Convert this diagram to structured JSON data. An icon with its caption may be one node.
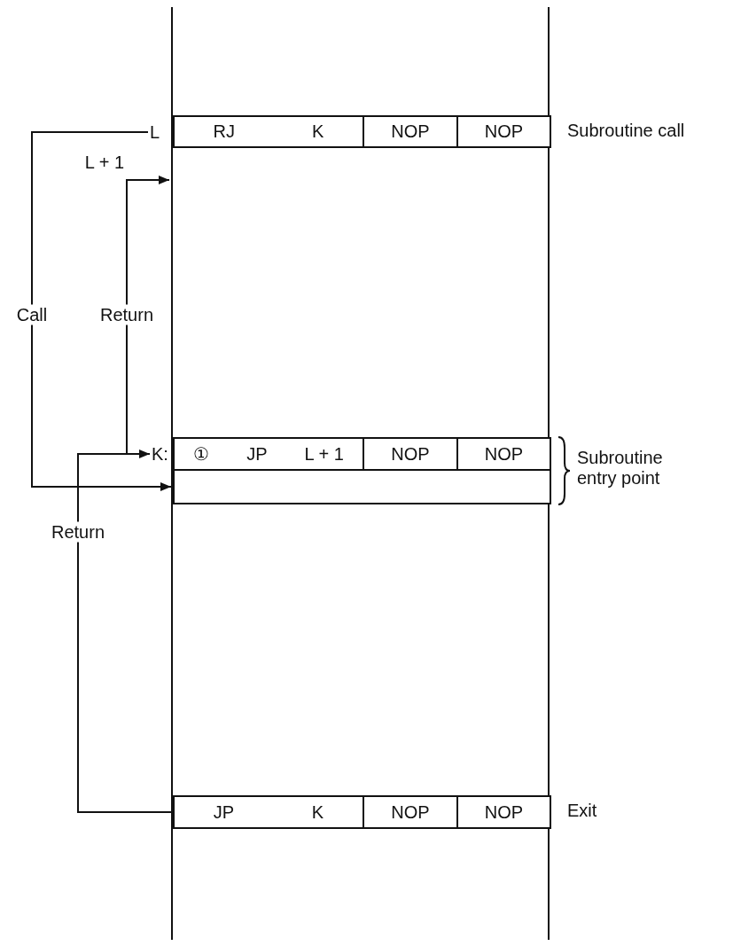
{
  "diagram": {
    "nodes": [
      {
        "text": [],
        "shape": "box"
      },
      {
        "text": [
          "L"
        ]
      },
      {
        "text": [
          "RJ",
          "K"
        ],
        "in": 0
      },
      {
        "text": [
          "NOP"
        ],
        "in": 0
      },
      {
        "text": [
          "NOP"
        ],
        "in": 0
      },
      {
        "text": [
          "K:"
        ]
      },
      {
        "text": [
          "①",
          "JP",
          "L + 1"
        ],
        "in": 0
      },
      {
        "text": [
          "NOP"
        ],
        "in": 0
      },
      {
        "text": [
          "NOP"
        ],
        "in": 0
      },
      {
        "text": [],
        "shape": "bar",
        "in": 0
      },
      {
        "text": [
          "JP",
          "K"
        ],
        "in": 0
      },
      {
        "text": [
          "NOP"
        ],
        "in": 0
      },
      {
        "text": [
          "NOP"
        ],
        "in": 0
      }
    ],
    "edges": [
      {
        "from": 1,
        "to": 9,
        "arrow": "to",
        "label": "Call"
      },
      {
        "from": 5,
        "to": 0,
        "arrow": "to",
        "label": "Return"
      },
      {
        "from": 10,
        "to": 5,
        "arrow": "to",
        "label": "Return"
      }
    ],
    "labels": [
      "L + 1",
      "Subroutine call",
      "Subroutine entry point",
      "Exit"
    ]
  }
}
